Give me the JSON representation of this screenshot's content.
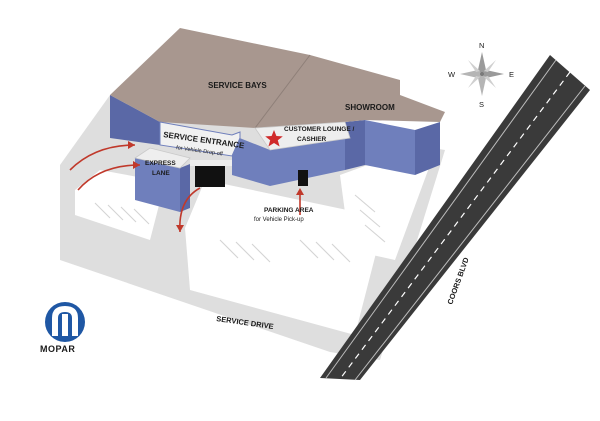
{
  "labels": {
    "service_bays": "SERVICE BAYS",
    "showroom": "SHOWROOM",
    "service_entrance": "SERVICE ENTRANCE",
    "service_entrance_sub": "for Vehicle Drop-off",
    "express_lane_1": "EXPRESS",
    "express_lane_2": "LANE",
    "customer_lounge_1": "CUSTOMER LOUNGE /",
    "customer_lounge_2": "CASHIER",
    "parking_area": "PARKING AREA",
    "parking_area_sub": "for Vehicle Pick-up",
    "service_drive": "SERVICE DRIVE",
    "coors_blvd": "COORS BLVD"
  },
  "compass": {
    "n": "N",
    "s": "S",
    "e": "E",
    "w": "W"
  },
  "logo": {
    "text": "MOPAR"
  },
  "colors": {
    "roof": "#a8978f",
    "wall": "#6f7fbc",
    "wall_dark": "#5a68a6",
    "ground": "#dedede",
    "road": "#3a3a3a",
    "arrow": "#c0392b",
    "star": "#d02a2a",
    "logo_blue": "#1f57a4"
  }
}
